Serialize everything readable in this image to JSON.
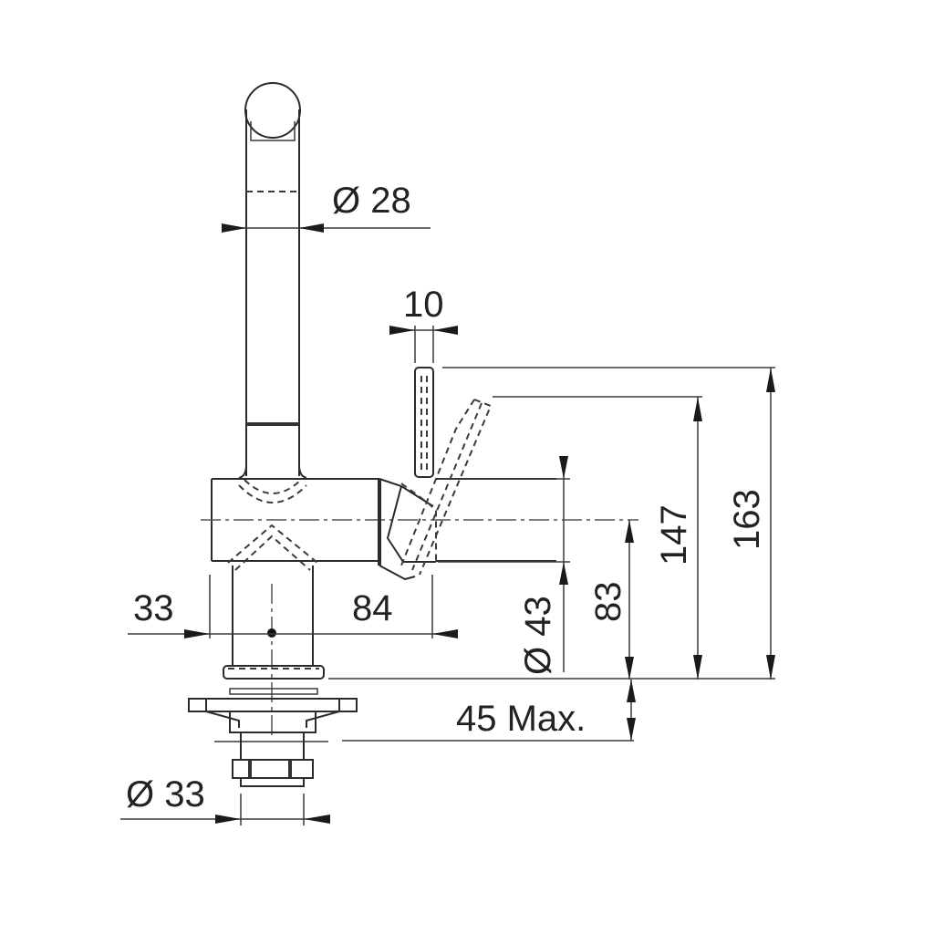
{
  "diagram": {
    "type": "technical-dimension-drawing",
    "subject": "faucet side elevation",
    "units": "mm",
    "colors": {
      "line": "#2b2b2b",
      "background": "#ffffff"
    },
    "dimensions": {
      "spout_diameter": {
        "symbol": "Ø",
        "value": "28",
        "label": "Ø 28"
      },
      "lever_width": {
        "value": "10",
        "label": "10"
      },
      "body_left": {
        "value": "33",
        "label": "33"
      },
      "body_right": {
        "value": "84",
        "label": "84"
      },
      "body_diameter": {
        "symbol": "Ø",
        "value": "43",
        "label": "Ø 43"
      },
      "axis_height": {
        "value": "83",
        "label": "83"
      },
      "lever_height": {
        "value": "147",
        "label": "147"
      },
      "total_height": {
        "value": "163",
        "label": "163"
      },
      "max_thickness": {
        "value": "45",
        "suffix": "Max.",
        "label": "45 Max."
      },
      "shank_diameter": {
        "symbol": "Ø",
        "value": "33",
        "label": "Ø 33"
      }
    }
  }
}
